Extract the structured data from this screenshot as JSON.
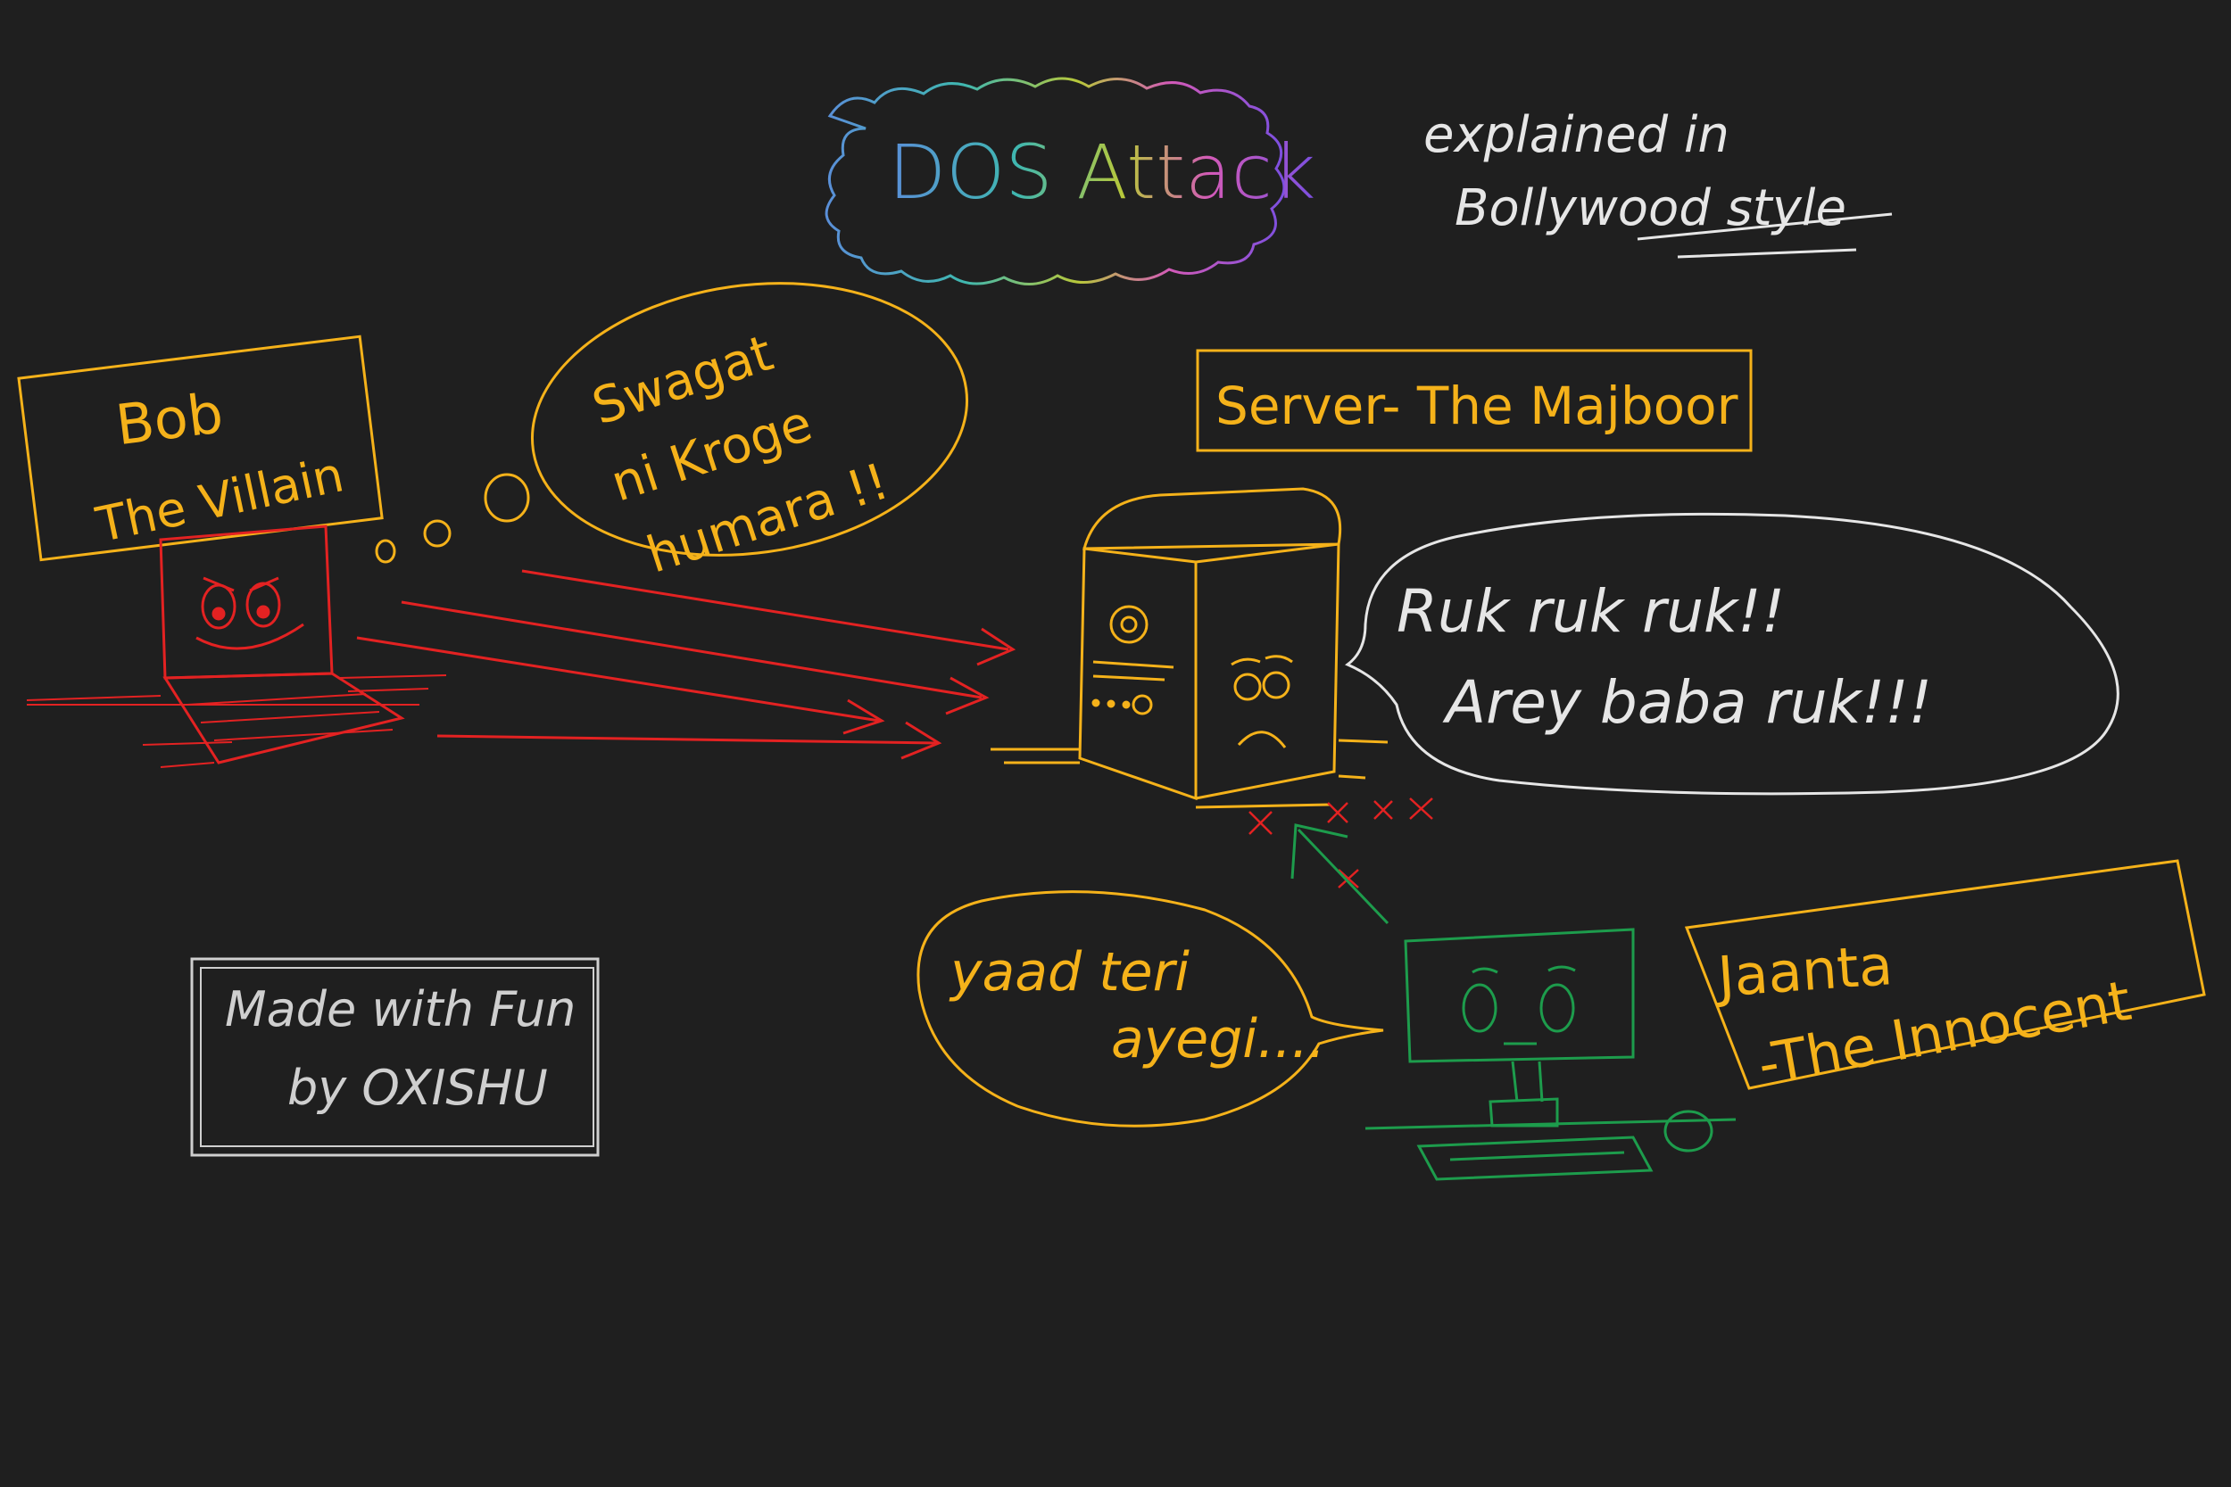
{
  "title": {
    "text": "DOS Attack"
  },
  "subtitle": {
    "line1": "explained in",
    "line2": "Bollywood style"
  },
  "villain": {
    "label_line1": "Bob",
    "label_line2": "The Villain",
    "speech_line1": "Swagat",
    "speech_line2": "ni Kroge",
    "speech_line3": "humara !!"
  },
  "server": {
    "label": "Server- The Majboor",
    "speech_line1": "Ruk ruk ruk!!",
    "speech_line2": "Arey baba ruk!!!"
  },
  "innocent": {
    "label_line1": "Jaanta",
    "label_line2": "-The Innocent",
    "speech_line1": "yaad teri",
    "speech_line2": "ayegi...."
  },
  "credit": {
    "line1": "Made with Fun",
    "line2": "by OXISHU"
  },
  "colors": {
    "background": "#1f1f1f",
    "villain": "#e32222",
    "label": "#f5b21a",
    "server_speech": "#e6e6e6",
    "innocent": "#1d9c4c",
    "credit": "#cfcfcf",
    "attack_cross": "#e32222"
  }
}
